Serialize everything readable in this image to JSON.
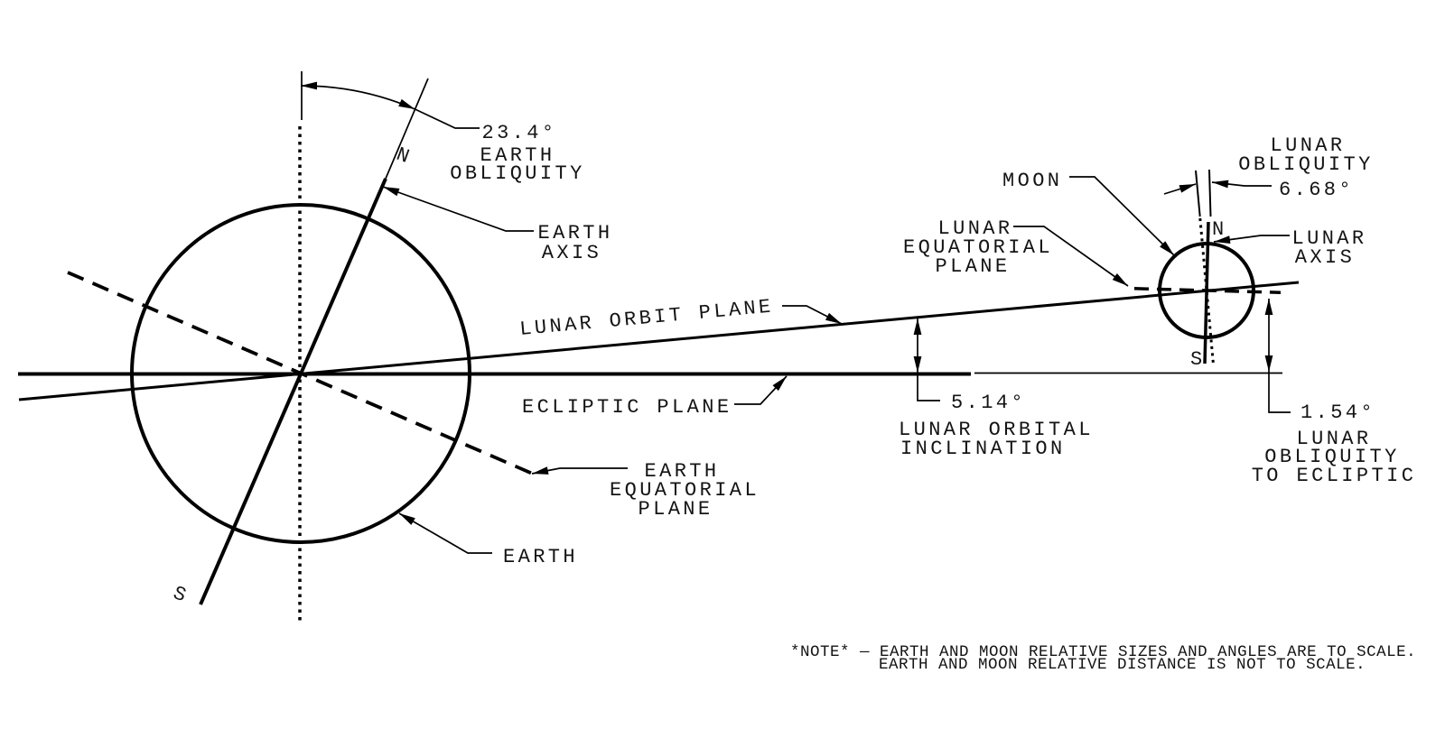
{
  "figure": {
    "background": "#ffffff",
    "line_color": "#000000"
  },
  "earth": {
    "label": "EARTH",
    "north": "N",
    "south": "S",
    "axis_label": [
      "EARTH",
      "AXIS"
    ],
    "obliquity": {
      "value": "23.4°",
      "name": [
        "EARTH",
        "OBLIQUITY"
      ]
    },
    "equatorial_plane": [
      "EARTH",
      "EQUATORIAL",
      "PLANE"
    ]
  },
  "moon": {
    "label": "MOON",
    "north": "N",
    "south": "S",
    "axis_label": [
      "LUNAR",
      "AXIS"
    ],
    "obliquity": {
      "name": [
        "LUNAR",
        "OBLIQUITY"
      ],
      "value": "6.68°"
    },
    "equatorial_plane": [
      "LUNAR",
      "EQUATORIAL",
      "PLANE"
    ]
  },
  "planes": {
    "lunar_orbit": "LUNAR ORBIT PLANE",
    "ecliptic": "ECLIPTIC PLANE"
  },
  "dimensions": {
    "lunar_orbital_inclination": {
      "value": "5.14°",
      "name": [
        "LUNAR ORBITAL",
        "INCLINATION"
      ]
    },
    "lunar_obliquity_to_ecliptic": {
      "value": "1.54°",
      "name": [
        "LUNAR",
        "OBLIQUITY",
        "TO ECLIPTIC"
      ]
    }
  },
  "note": {
    "line1": "*NOTE* — EARTH AND MOON RELATIVE SIZES AND ANGLES ARE TO SCALE.",
    "line2": "EARTH AND MOON RELATIVE DISTANCE IS NOT TO SCALE."
  }
}
